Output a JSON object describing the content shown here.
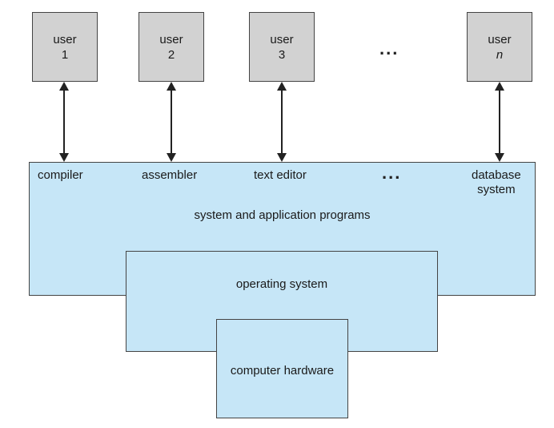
{
  "users": [
    {
      "word": "user",
      "index": "1",
      "italic": false
    },
    {
      "word": "user",
      "index": "2",
      "italic": false
    },
    {
      "word": "user",
      "index": "3",
      "italic": false
    },
    {
      "word": "user",
      "index": "n",
      "italic": true
    }
  ],
  "ellipsis": "...",
  "programs": {
    "compiler": "compiler",
    "assembler": "assembler",
    "text_editor": "text editor",
    "database_line1": "database",
    "database_line2": "system"
  },
  "layers": {
    "applications": "system and application programs",
    "os": "operating system",
    "hardware": "computer hardware"
  },
  "colors": {
    "user_box": "#d2d2d2",
    "layer_fill": "#c6e6f7",
    "border": "#444444"
  }
}
